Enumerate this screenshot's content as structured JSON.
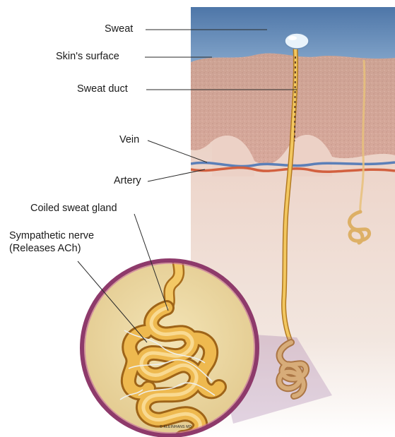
{
  "labels": {
    "sweat": "Sweat",
    "skin_surface": "Skin's surface",
    "sweat_duct": "Sweat duct",
    "vein": "Vein",
    "artery": "Artery",
    "coiled_gland": "Coiled sweat gland",
    "nerve_line1": "Sympathetic nerve",
    "nerve_line2": "(Releases ACh)"
  },
  "signature": "© KLEINHANS MD",
  "colors": {
    "sky": "#5f87b4",
    "dermis": "#d9aa9e",
    "epidermis": "#c99a88",
    "tissue": "#efe3dc",
    "gland": "#e8b347",
    "gland_dark": "#b27a22",
    "vein": "#5b7fb8",
    "artery": "#d2603f",
    "magnifier_rim": "#8e3a6b"
  }
}
